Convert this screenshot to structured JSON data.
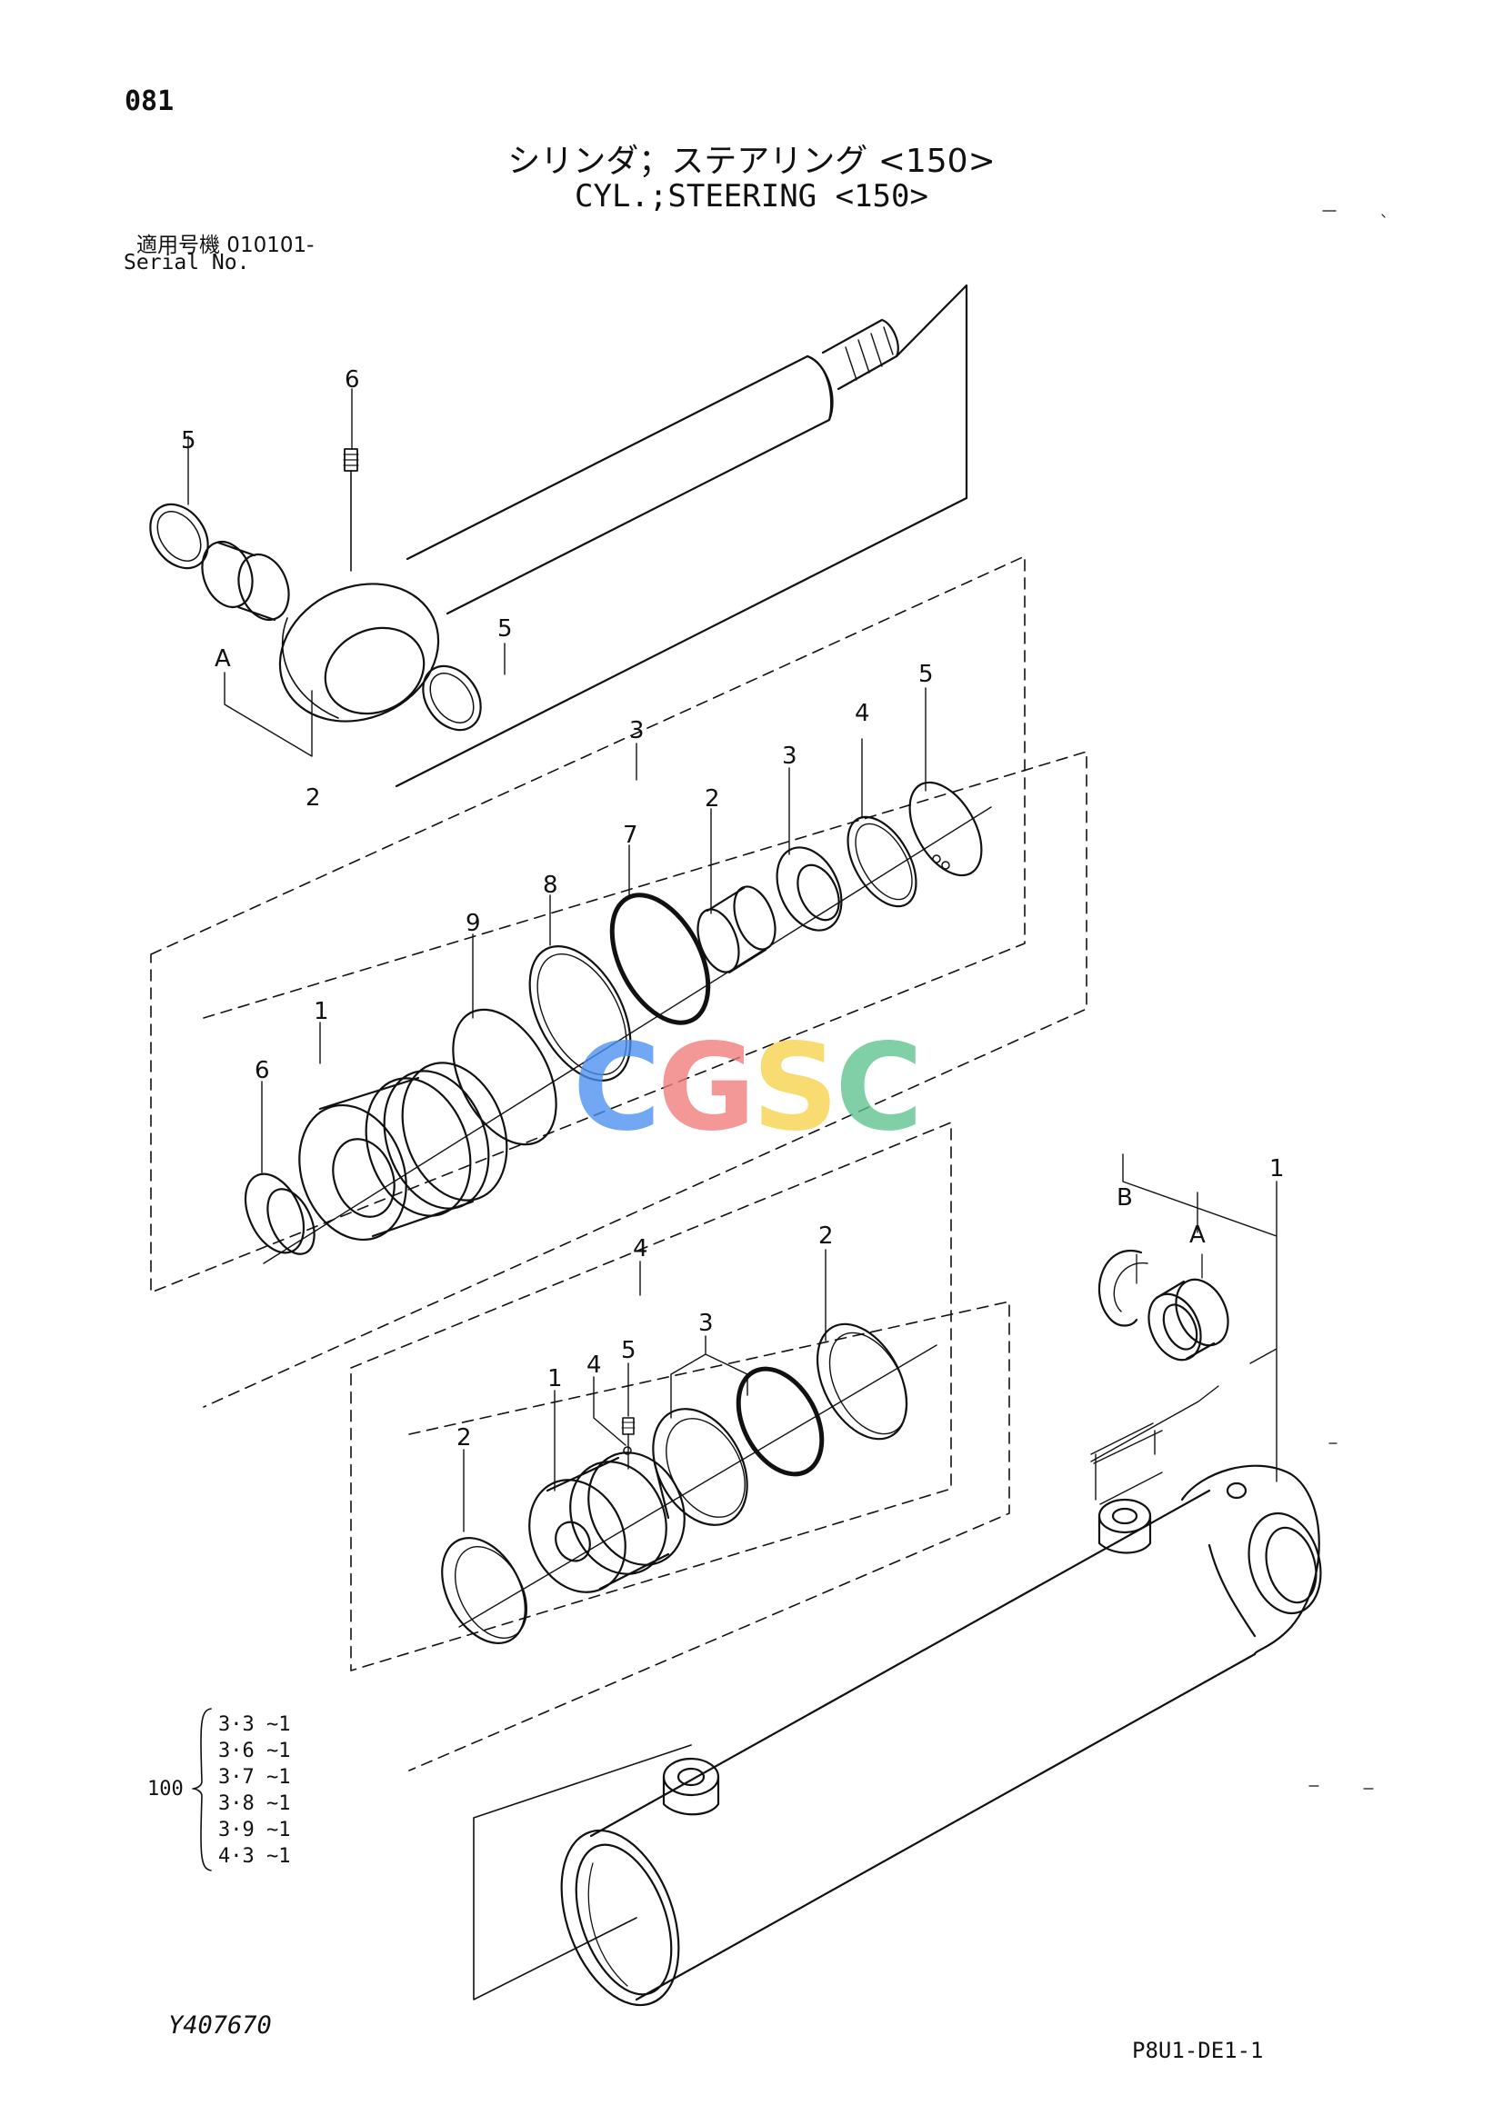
{
  "page_number": "081",
  "title_jp": "シリンダ；ステアリング <150>",
  "title_en": "CYL.;STEERING <150>",
  "serial_label_jp": "適用号機  010101-",
  "serial_label_en": "Serial No.",
  "figure_code": "Y407670",
  "page_code": "P8U1-DE1-1",
  "watermark": {
    "letters": [
      "C",
      "G",
      "S",
      "C"
    ],
    "colors": [
      "#4a8ff0",
      "#f07a7a",
      "#f7d24a",
      "#5ec28e"
    ]
  },
  "callouts": {
    "rod": {
      "c6": "6",
      "c5a": "5",
      "c5b": "5",
      "cA": "A",
      "c2": "2"
    },
    "gland": {
      "c3": "3",
      "c1": "1",
      "c6": "6",
      "c9": "9",
      "c8": "8",
      "c7": "7",
      "c2": "2",
      "c3b": "3",
      "c4": "4",
      "c5": "5"
    },
    "piston": {
      "c4": "4",
      "c2a": "2",
      "c1": "1",
      "c4b": "4",
      "c5": "5",
      "c3": "3",
      "c2b": "2"
    },
    "tube": {
      "c1": "1",
      "cB": "B",
      "cA": "A"
    }
  },
  "kit": {
    "number": "100",
    "items": [
      "3·3 ~1",
      "3·6 ~1",
      "3·7 ~1",
      "3·8 ~1",
      "3·9 ~1",
      "4·3 ~1"
    ]
  }
}
